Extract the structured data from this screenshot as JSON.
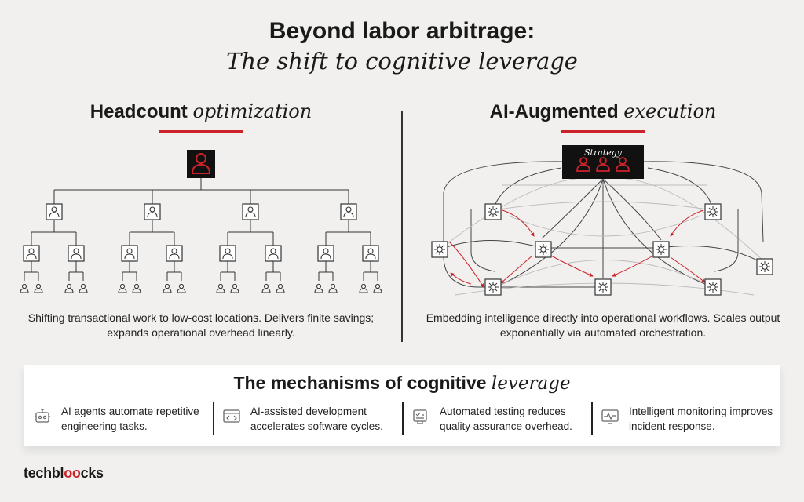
{
  "header": {
    "title": "Beyond labor arbitrage:",
    "subtitle": "The shift to cognitive leverage"
  },
  "left": {
    "heading_bold": "Headcount",
    "heading_italic": "optimization",
    "caption": "Shifting transactional work to low-cost locations. Delivers finite savings; expands operational overhead linearly."
  },
  "right": {
    "heading_bold": "AI-Augmented",
    "heading_italic": "execution",
    "strategy_label": "Strategy",
    "caption": "Embedding intelligence directly into operational workflows. Scales output exponentially via automated orchestration."
  },
  "mechanisms": {
    "title_bold": "The mechanisms of cognitive",
    "title_italic": "leverage",
    "items": [
      {
        "text": "AI agents automate repetitive engineering tasks.",
        "icon": "robot-icon"
      },
      {
        "text": "AI-assisted development accelerates software cycles.",
        "icon": "code-window-icon"
      },
      {
        "text": "Automated testing reduces quality assurance overhead.",
        "icon": "checklist-icon"
      },
      {
        "text": "Intelligent monitoring improves incident response.",
        "icon": "monitor-pulse-icon"
      }
    ]
  },
  "brand": {
    "logo_pre": "techbl",
    "logo_mid": "oo",
    "logo_post": "cks"
  },
  "colors": {
    "accent": "#cc2229",
    "background": "#f1f0ee",
    "dark": "#111111"
  }
}
